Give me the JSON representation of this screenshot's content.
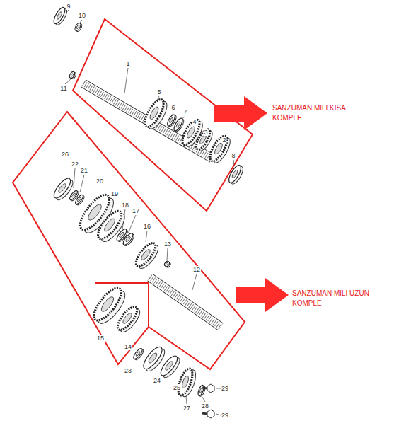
{
  "diagram": {
    "labels": [
      "9",
      "10",
      "1",
      "11",
      "5",
      "6",
      "7",
      "4",
      "3",
      "2",
      "8",
      "SANZUMAN MILI KISA KOMPLE",
      "26",
      "22",
      "21",
      "20",
      "19",
      "18",
      "17",
      "16",
      "13",
      "12",
      "SANZUMAN MILI UZUN KOMPLE",
      "15",
      "14",
      "23",
      "24",
      "25",
      "27",
      "28",
      "29",
      "29"
    ]
  }
}
